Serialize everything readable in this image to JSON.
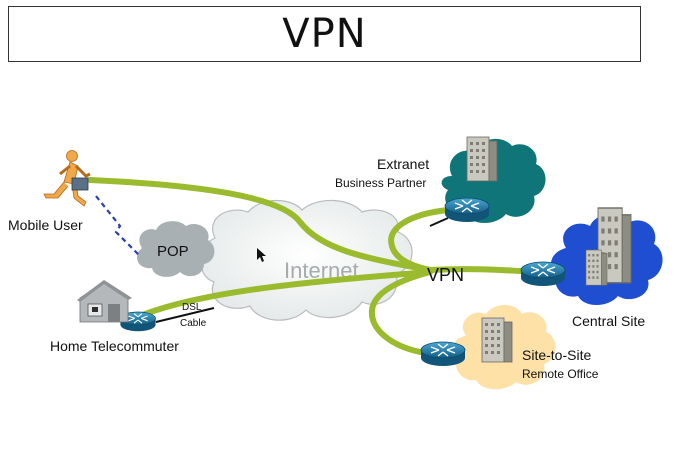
{
  "title": "VPN",
  "labels": {
    "mobile_user": "Mobile User",
    "pop": "POP",
    "internet": "Internet",
    "vpn": "VPN",
    "home_telecommuter": "Home Telecommuter",
    "dsl": "DSL",
    "cable": "Cable",
    "extranet": "Extranet",
    "business_partner": "Business Partner",
    "central_site": "Central Site",
    "site_to_site": "Site-to-Site",
    "remote_office": "Remote Office"
  },
  "colors": {
    "tunnel": "#9bbb2e",
    "internet_cloud": "#f1f3f3",
    "pop_cloud": "#a9b0b4",
    "extranet_cloud": "#0f7579",
    "central_cloud": "#1f4fd0",
    "remote_cloud": "#fde1a7",
    "router": "#1d7aa6",
    "dial_line": "#2b3fae"
  },
  "icons": [
    "person-running-icon",
    "house-icon",
    "router-icon",
    "building-icon"
  ]
}
